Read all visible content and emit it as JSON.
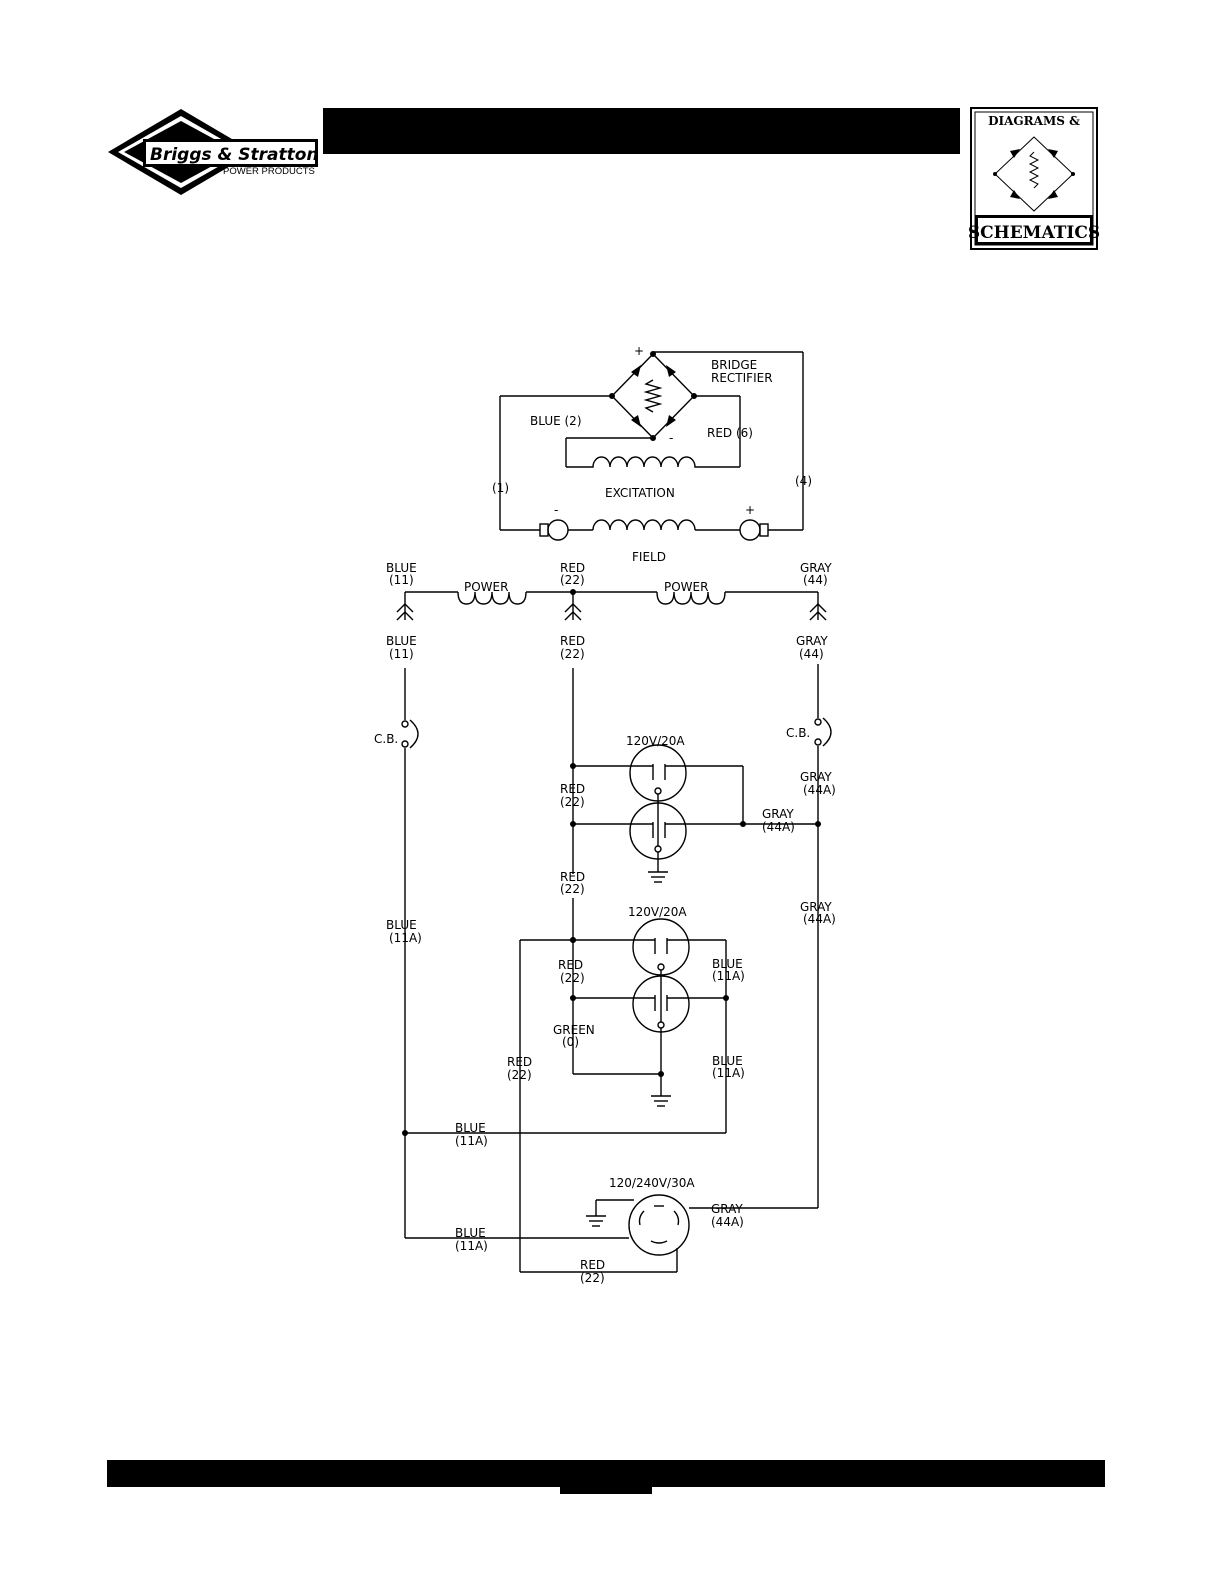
{
  "header": {
    "logo_name": "Briggs & Stratton",
    "logo_sub": "POWER PRODUCTS",
    "badge_top": "DIAGRAMS &",
    "badge_bottom": "SCHEMATICS"
  },
  "diagram": {
    "bridge": {
      "plus": "+",
      "minus": "-",
      "label1": "BRIDGE",
      "label2": "RECTIFIER",
      "blue2": "BLUE (2)",
      "red6": "RED (6)",
      "w1": "(1)",
      "w4": "(4)",
      "excitation": "EXCITATION",
      "field": "FIELD",
      "field_minus": "-",
      "field_plus": "+"
    },
    "top": {
      "blue": "BLUE",
      "blue_n": "(11)",
      "red": "RED",
      "red_n": "(22)",
      "gray": "GRAY",
      "gray_n": "(44)",
      "power1": "POWER",
      "power2": "POWER",
      "blue_b": "BLUE",
      "blue_bn": "(11)",
      "red_b": "RED",
      "red_bn": "(22)",
      "gray_b": "GRAY",
      "gray_bn": "(44)"
    },
    "cb_left": "C.B.",
    "cb_right": "C.B.",
    "rec1": {
      "title": "120V/20A",
      "red": "RED",
      "red_n": "(22)",
      "gray_r": "GRAY",
      "gray_rn": "(44A)",
      "gray_m": "GRAY",
      "gray_mn": "(44A)",
      "red_below": "RED",
      "red_below_n": "(22)"
    },
    "gray_right": "GRAY",
    "gray_right_n": "(44A)",
    "blue_left": "BLUE",
    "blue_left_n": "(11A)",
    "rec2": {
      "title": "120V/20A",
      "red": "RED",
      "red_n": "(22)",
      "blue": "BLUE",
      "blue_n": "(11A)",
      "green": "GREEN",
      "green_n": "(0)",
      "blue_low": "BLUE",
      "blue_low_n": "(11A)"
    },
    "red_left": "RED",
    "red_left_n": "(22)",
    "blue_h1": "BLUE",
    "blue_h1_n": "(11A)",
    "rec3": {
      "title": "120/240V/30A",
      "gray": "GRAY",
      "gray_n": "(44A)",
      "blue": "BLUE",
      "blue_n": "(11A)",
      "red": "RED",
      "red_n": "(22)"
    }
  }
}
